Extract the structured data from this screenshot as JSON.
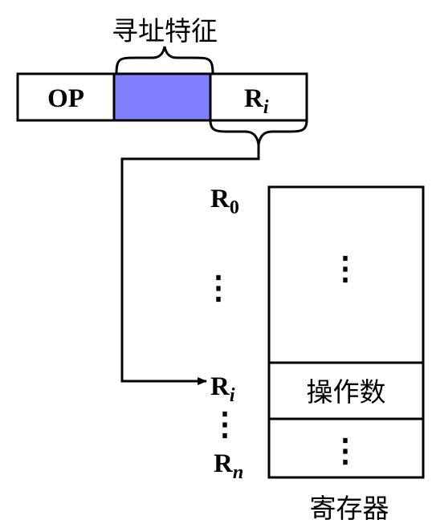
{
  "instruction": {
    "title": "寻址特征",
    "fields": {
      "opcode": "OP",
      "register_base": "R",
      "register_sub": "i"
    },
    "colors": {
      "addressing_field": "#8080ff"
    }
  },
  "registers": {
    "r0": {
      "base": "R",
      "sub": "0"
    },
    "ri": {
      "base": "R",
      "sub": "i"
    },
    "rn": {
      "base": "R",
      "sub": "n"
    },
    "ellipsis": "⋮"
  },
  "register_file": {
    "operand_label": "操作数",
    "ellipsis": "⋮",
    "caption": "寄存器"
  }
}
